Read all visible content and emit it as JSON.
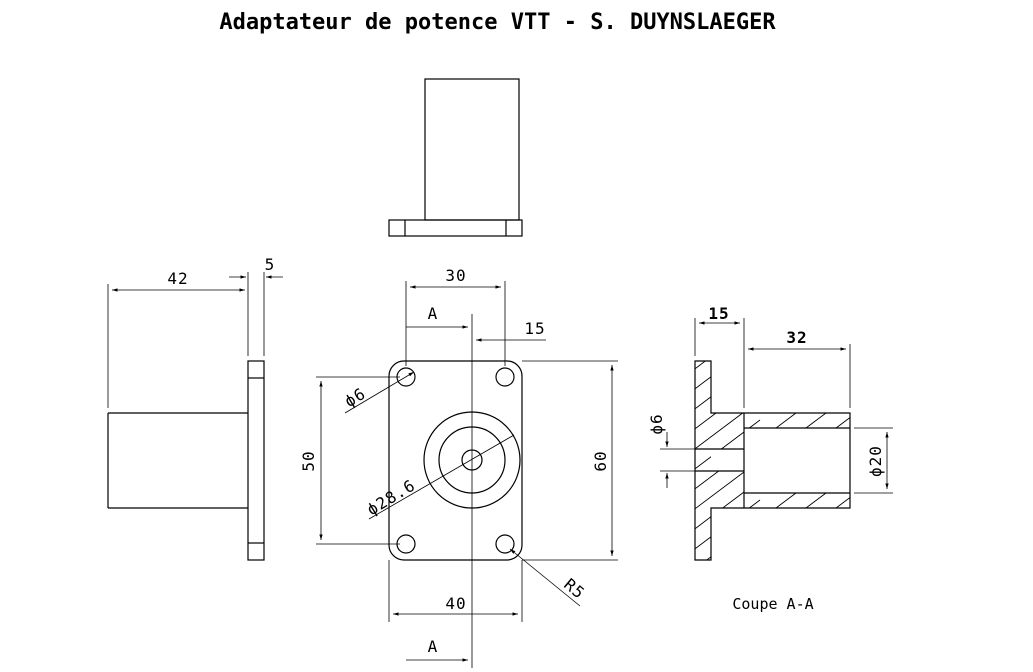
{
  "title": "Adaptateur de potence VTT - S. DUYNSLAEGER",
  "dimensions": {
    "side_length": "42",
    "side_flange": "5",
    "front_width_top": "30",
    "front_offset": "15",
    "front_height": "50",
    "front_outer_height": "60",
    "front_width_bottom": "40",
    "hole_diameter": "ϕ6",
    "boss_diameter": "ϕ28.6",
    "corner_radius": "R5",
    "section_flange": "15",
    "section_length": "32",
    "section_hole": "ϕ6",
    "section_bore": "ϕ20"
  },
  "section_marks": {
    "top": "A",
    "bottom": "A"
  },
  "section_caption": "Coupe A-A"
}
